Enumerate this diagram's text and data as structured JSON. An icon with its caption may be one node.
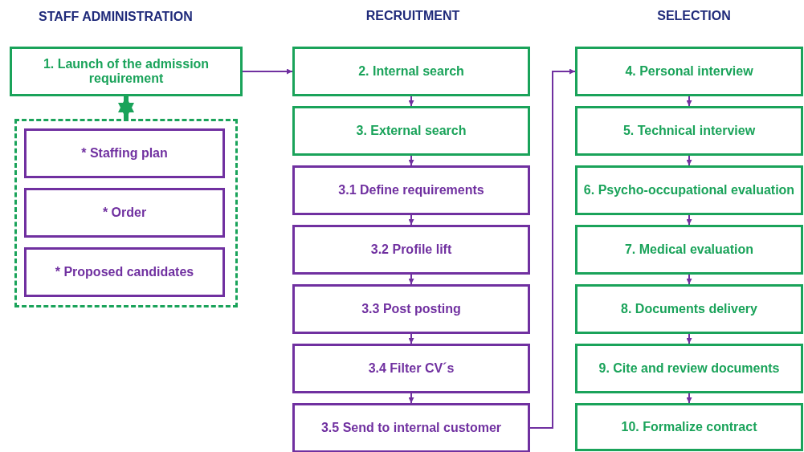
{
  "diagram": {
    "nodes": [
      {
        "text": [
          "1. Launch of the admission requirement"
        ]
      },
      {
        "text": [],
        "shape": "box"
      },
      {
        "text": [
          "* Staffing plan"
        ],
        "in": 1
      },
      {
        "text": [
          "* Order"
        ],
        "in": 1
      },
      {
        "text": [
          "* Proposed candidates"
        ],
        "in": 1
      },
      {
        "text": [
          "2. Internal search"
        ]
      },
      {
        "text": [
          "3. External search"
        ]
      },
      {
        "text": [
          "3.1 Define requirements"
        ]
      },
      {
        "text": [
          "3.2 Profile lift"
        ]
      },
      {
        "text": [
          "3.3 Post posting"
        ]
      },
      {
        "text": [
          "3.4 Filter CV´s"
        ]
      },
      {
        "text": [
          "3.5 Send to internal customer"
        ]
      },
      {
        "text": [
          "4. Personal interview"
        ]
      },
      {
        "text": [
          "5. Technical interview"
        ]
      },
      {
        "text": [
          "6. Psycho-occupational evaluation"
        ]
      },
      {
        "text": [
          "7. Medical evaluation"
        ]
      },
      {
        "text": [
          "8. Documents delivery"
        ]
      },
      {
        "text": [
          "9. Cite and review documents"
        ]
      },
      {
        "text": [
          "10. Formalize contract"
        ]
      }
    ],
    "edges": [
      {
        "from": 0,
        "to": 5,
        "arrow": "to"
      },
      {
        "from": 0,
        "to": 1,
        "arrow": "both",
        "style": "thick",
        "color": "#1aa35a"
      },
      {
        "from": 5,
        "to": 6,
        "arrow": "to"
      },
      {
        "from": 6,
        "to": 7,
        "arrow": "to"
      },
      {
        "from": 7,
        "to": 8,
        "arrow": "to"
      },
      {
        "from": 8,
        "to": 9,
        "arrow": "to"
      },
      {
        "from": 9,
        "to": 10,
        "arrow": "to"
      },
      {
        "from": 10,
        "to": 11,
        "arrow": "to"
      },
      {
        "from": 11,
        "to": 12,
        "arrow": "to"
      },
      {
        "from": 12,
        "to": 13,
        "arrow": "to"
      },
      {
        "from": 13,
        "to": 14,
        "arrow": "to"
      },
      {
        "from": 14,
        "to": 15,
        "arrow": "to"
      },
      {
        "from": 15,
        "to": 16,
        "arrow": "to"
      },
      {
        "from": 16,
        "to": 17,
        "arrow": "to"
      },
      {
        "from": 17,
        "to": 18,
        "arrow": "to"
      }
    ],
    "labels": [
      "STAFF ADMINISTRATION",
      "RECRUITMENT",
      "SELECTION"
    ]
  }
}
